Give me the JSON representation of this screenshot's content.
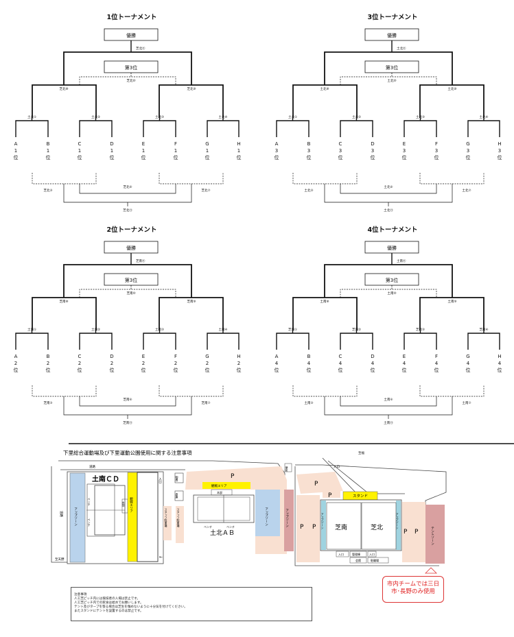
{
  "tournaments": [
    {
      "title": "1位トーナメント",
      "rank": "1",
      "top": "芝北⑪",
      "semi_l": "芝北⑧",
      "semi_r": "芝北⑨",
      "third": "芝北⑩",
      "q": [
        "土北①",
        "土北②",
        "土北③",
        "土北④"
      ],
      "cons_l": "芝北⑤",
      "cons_m": "芝北⑥",
      "cons_r": "芝北⑦",
      "cons_b": "芝北⑪"
    },
    {
      "title": "3位トーナメント",
      "rank": "3",
      "top": "土北⑪",
      "semi_l": "土北⑧",
      "semi_r": "土北⑨",
      "third": "土北⑩",
      "q": [
        "土北①",
        "土北②",
        "土北③",
        "土北④"
      ],
      "cons_l": "土北⑤",
      "cons_m": "土北⑥",
      "cons_r": "土北⑦",
      "cons_b": "土北⑪"
    },
    {
      "title": "2位トーナメント",
      "rank": "2",
      "top": "芝南⑪",
      "semi_l": "芝南⑧",
      "semi_r": "芝南⑨",
      "third": "芝南⑩",
      "q": [
        "土南①",
        "土南②",
        "土南③",
        "土南④"
      ],
      "cons_l": "芝南⑤",
      "cons_m": "芝南⑥",
      "cons_r": "芝南⑦",
      "cons_b": "芝南⑪"
    },
    {
      "title": "4位トーナメント",
      "rank": "4",
      "top": "土南⑪",
      "semi_l": "土南⑧",
      "semi_r": "土南⑨",
      "third": "土南⑩",
      "q": [
        "芝南①",
        "芝南②",
        "芝南③",
        "芝南④"
      ],
      "cons_l": "土南⑤",
      "cons_m": "土南⑥",
      "cons_r": "土南⑦",
      "cons_b": "土南⑪"
    }
  ],
  "labels": {
    "champion": "優勝",
    "third_place": "第3位",
    "teams": [
      "A",
      "B",
      "C",
      "D",
      "E",
      "F",
      "G",
      "H"
    ],
    "rank_suffix": "位"
  },
  "map": {
    "title": "下里総合運動場及び下里運動公園使用に関する注意事項",
    "road_top_left": "道路",
    "road_left": "道路",
    "road_bottom_left": "至天野",
    "road_top_right": "至福",
    "up_zone_left": "アップゾーン",
    "bench_left": "ベンチ",
    "bench_right": "ベンチ",
    "field_sc": "土南ＣＤ",
    "honbu": "本部",
    "viewing_area_left": "観戦エリア",
    "entrance_left": "入口",
    "shed": "物置",
    "warehouse": "倉庫",
    "staff_parking_left": "スタッフ駐車場",
    "staff_parking_mid": "スタッフ駐車場",
    "parking": "P",
    "viewing_area_top": "観戦エリア",
    "honbu2": "本部",
    "bench_ab_l": "ベンチ",
    "bench_ab_r": "ベンチ",
    "field_ab": "土北ＡＢ",
    "up_zone_mid": "アップゾーン",
    "up_zone_red": "アップゾーン",
    "toilet": "便所",
    "entrance_right": "入口",
    "stand": "スタンド",
    "up_zone_sn_l": "アップゾーン",
    "field_sn": "芝南",
    "field_sk": "芝北",
    "up_zone_sk_r": "アップゾーン",
    "tent_zone": "テントゾーン",
    "entrance_b1": "入口",
    "kanri": "管理棟",
    "entrance_b2": "入口",
    "kaikan": "会館",
    "kaikan2": "駐輪場"
  },
  "notes": {
    "heading": "注意事項",
    "lines": [
      "人工芝ピッチ内には競技者の入場は禁止です。",
      "人工芝ピッチ内での飲食は給水でお願いします。",
      "テント及びタープを張る場合は芝生を傷めないように十分気を付けてください。",
      "またスタンドにテントを設置するのは禁止です。"
    ]
  },
  "callout": "市内チームでは三日市･長野のみ使用",
  "colors": {
    "up_zone_blue": "#b9d3ec",
    "viewing_yellow": "#fff200",
    "parking_peach": "#f9e0d1",
    "up_zone_red": "#d9a0a0",
    "field_cyan": "#9fd3e0",
    "callout_red": "#e02020"
  }
}
